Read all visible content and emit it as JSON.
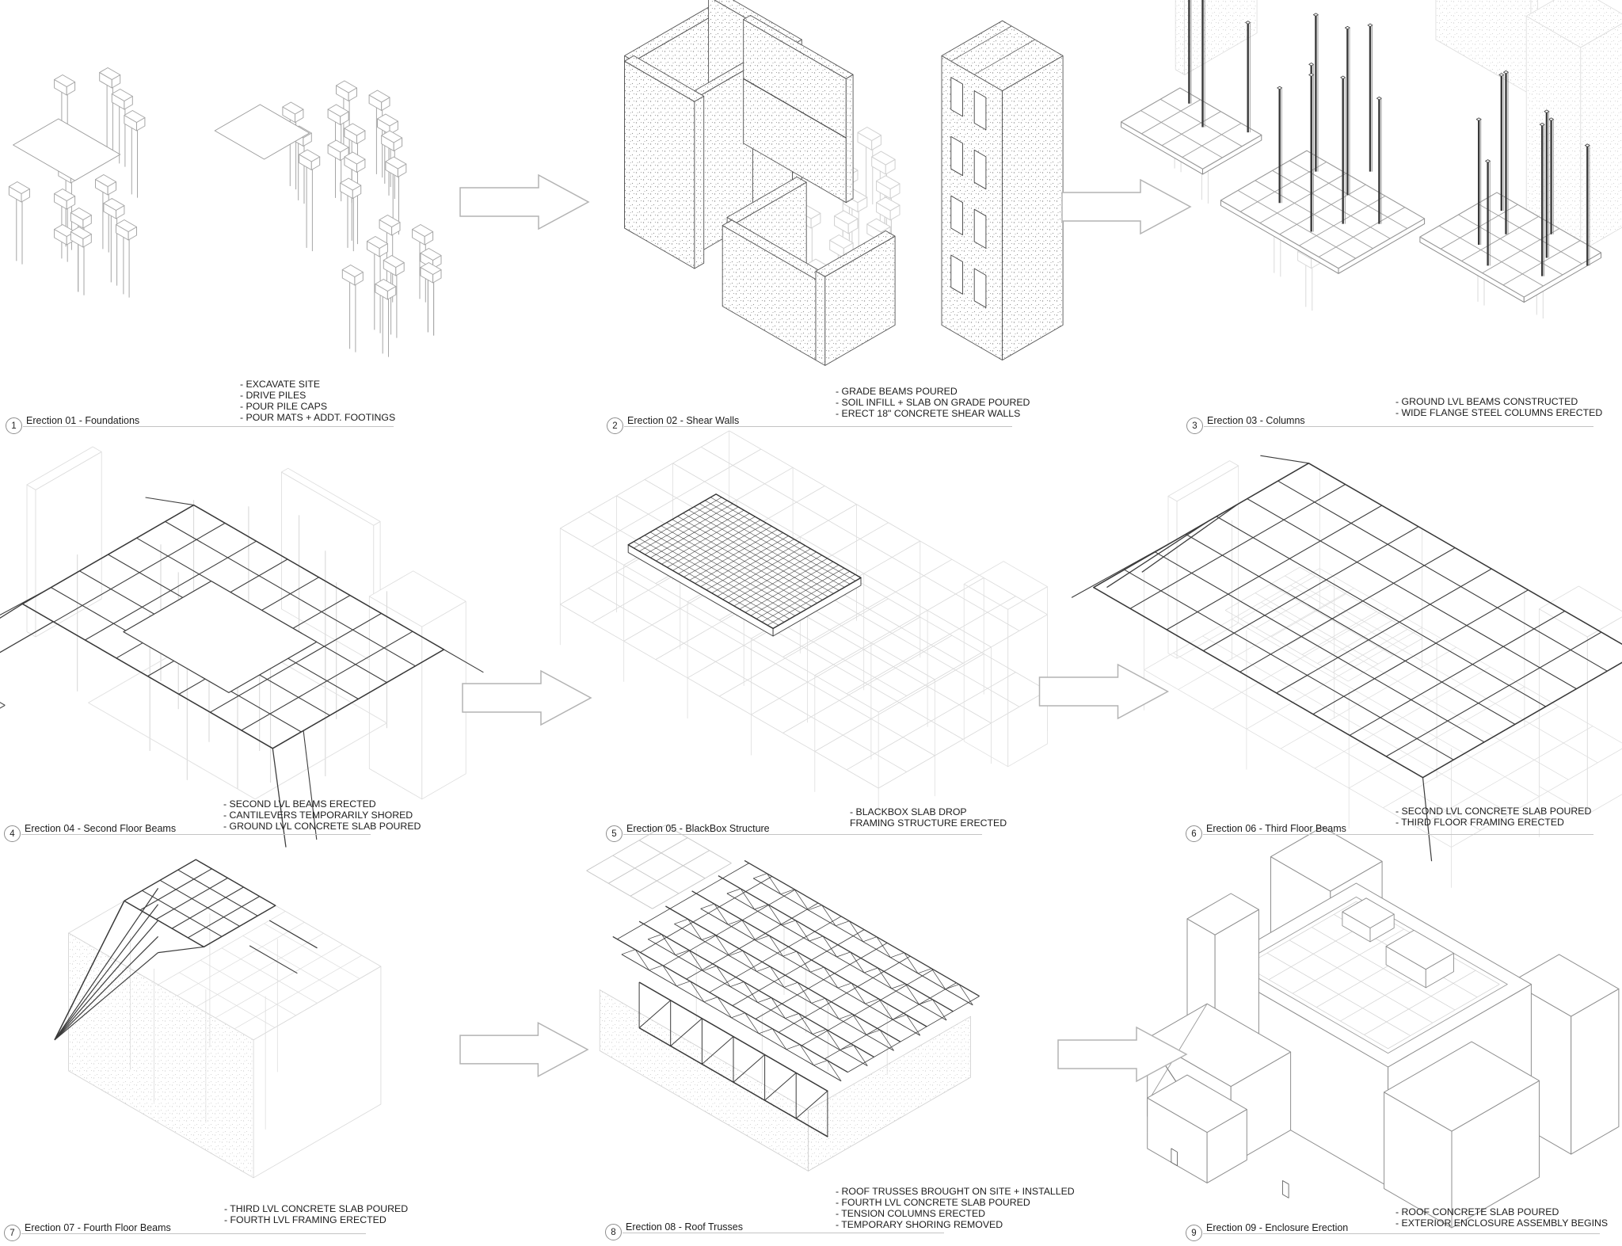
{
  "sheet": {
    "kind": "construction-erection-sequence-diagram"
  },
  "colors": {
    "background": "#ffffff",
    "ghost_line": "#d4d4d4",
    "mid_line": "#9a9a9a",
    "active_line": "#3c3c3c",
    "text": "#1c1c1c",
    "rule": "#c4c4c4",
    "arrow_outline": "#b3b3b3"
  },
  "icons": {
    "flow_arrow": "right-arrow-outline"
  },
  "panels": [
    {
      "num": "1",
      "title": "Erection 01 - Foundations",
      "notes": [
        "- EXCAVATE SITE",
        "- DRIVE PILES",
        "- POUR PILE CAPS",
        "- POUR MATS + ADDT. FOOTINGS"
      ]
    },
    {
      "num": "2",
      "title": "Erection 02 - Shear Walls",
      "notes": [
        "- GRADE BEAMS POURED",
        "- SOIL INFILL + SLAB ON GRADE POURED",
        "- ERECT 18\" CONCRETE SHEAR WALLS"
      ]
    },
    {
      "num": "3",
      "title": "Erection 03 - Columns",
      "notes": [
        "- GROUND LVL BEAMS CONSTRUCTED",
        "- WIDE FLANGE STEEL COLUMNS ERECTED"
      ]
    },
    {
      "num": "4",
      "title": "Erection 04 - Second Floor Beams",
      "notes": [
        "- SECOND LVL BEAMS ERECTED",
        "- CANTILEVERS TEMPORARILY SHORED",
        "- GROUND LVL CONCRETE SLAB POURED"
      ]
    },
    {
      "num": "5",
      "title": "Erection 05 - BlackBox Structure",
      "notes": [
        "- BLACKBOX SLAB DROP",
        "FRAMING STRUCTURE ERECTED"
      ]
    },
    {
      "num": "6",
      "title": "Erection 06 - Third Floor Beams",
      "notes": [
        "- SECOND LVL CONCRETE SLAB POURED",
        "- THIRD FLOOR FRAMING ERECTED"
      ]
    },
    {
      "num": "7",
      "title": "Erection 07 - Fourth Floor Beams",
      "notes": [
        "- THIRD LVL CONCRETE SLAB POURED",
        "- FOURTH LVL FRAMING ERECTED"
      ]
    },
    {
      "num": "8",
      "title": "Erection 08 - Roof Trusses",
      "notes": [
        "- ROOF TRUSSES BROUGHT ON SITE + INSTALLED",
        "- FOURTH LVL CONCRETE SLAB POURED",
        "- TENSION COLUMNS ERECTED",
        "- TEMPORARY SHORING REMOVED"
      ]
    },
    {
      "num": "9",
      "title": "Erection 09 - Enclosure Erection",
      "notes": [
        "- ROOF CONCRETE SLAB POURED",
        "- EXTERIOR ENCLOSURE ASSEMBLY BEGINS"
      ]
    }
  ]
}
